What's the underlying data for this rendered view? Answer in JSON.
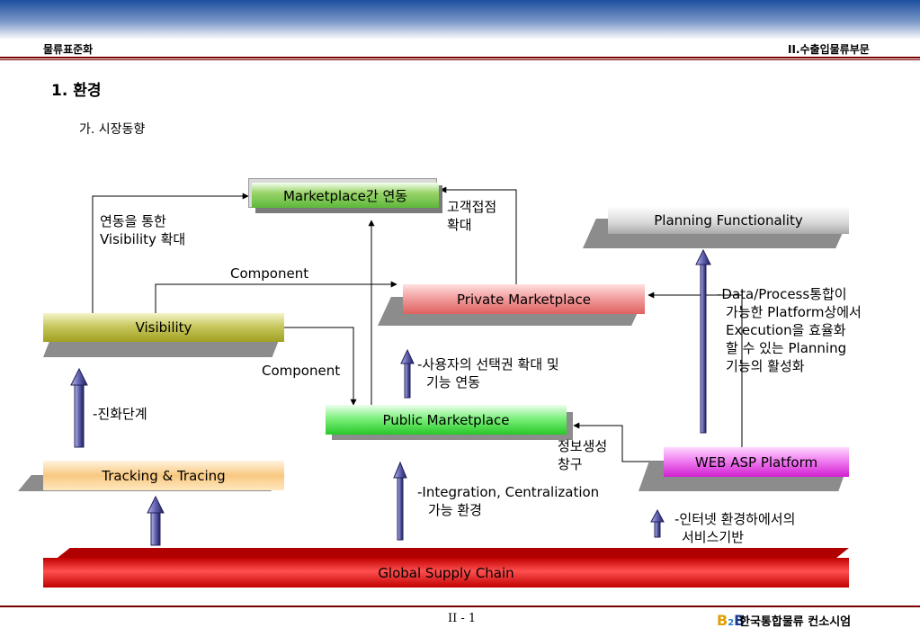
{
  "header": {
    "left": "물류표준화",
    "right": "II.수출입물류부문"
  },
  "section_title": "1. 환경",
  "subsection_title": "가. 시장동향",
  "boxes": {
    "marketplace_link": "Marketplace간 연동",
    "planning": "Planning Functionality",
    "private": "Private Marketplace",
    "visibility": "Visibility",
    "public": "Public Marketplace",
    "tracking": "Tracking & Tracing",
    "webasp": "WEB ASP Platform",
    "global": "Global Supply Chain"
  },
  "labels": {
    "visibility_link": [
      "연동을 통한",
      "Visibility 확대"
    ],
    "component_top": "Component",
    "component_mid": "Component",
    "customer": [
      "고객접점",
      "확대"
    ],
    "data_process": [
      "-Data/Process통합이",
      "가능한 Platform상에서",
      "Execution을 효율화",
      "할 수 있는 Planning",
      "기능의 활성화"
    ],
    "user_choice": [
      "-사용자의 선택권 확대 및",
      "기능 연동"
    ],
    "evolution": "-진화단계",
    "info_window": [
      "정보생성",
      "창구"
    ],
    "integration": [
      "-Integration, Centralization",
      "가능 환경"
    ],
    "internet": [
      "-인터넷 환경하에서의",
      "서비스기반"
    ]
  },
  "footer": {
    "page": "II - 1",
    "logo": "B2B",
    "company": "한국통합물류 컨소시엄"
  },
  "colors": {
    "header_line": "#7a0000",
    "arrow_fill": "#2a2a7a",
    "box_shadow": "#8c8c8c"
  }
}
